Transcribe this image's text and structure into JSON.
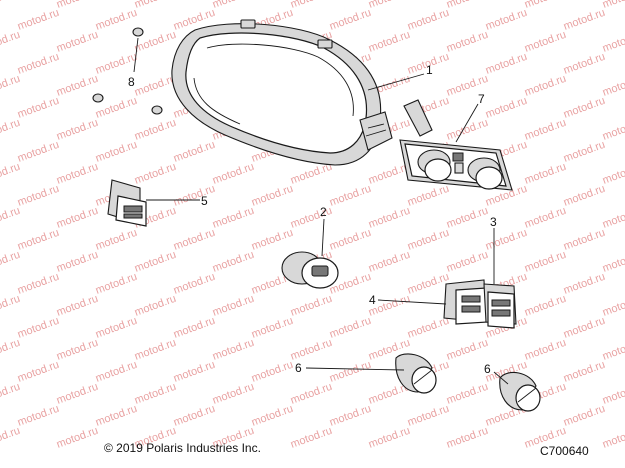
{
  "watermark": "motod.ru",
  "callouts": {
    "c1": "1",
    "c2": "2",
    "c3": "3",
    "c4": "4",
    "c5": "5",
    "c6a": "6",
    "c6b": "6",
    "c7": "7",
    "c8": "8"
  },
  "footer": {
    "copyright": "© 2019 Polaris Industries Inc.",
    "drawing_id": "C700640"
  }
}
